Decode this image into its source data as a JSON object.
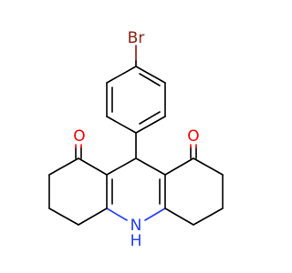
{
  "atoms": {
    "bromine": {
      "label": "Br",
      "color": "#8b1e12"
    },
    "oxygen_left": {
      "label": "O",
      "color": "#ff0000"
    },
    "oxygen_right": {
      "label": "O",
      "color": "#ff0000"
    },
    "nitrogen": {
      "label": "N",
      "color": "#1f3bff"
    },
    "hydrogen_on_n": {
      "label": "H",
      "color": "#1f3bff"
    }
  },
  "bond_color": "#000000"
}
